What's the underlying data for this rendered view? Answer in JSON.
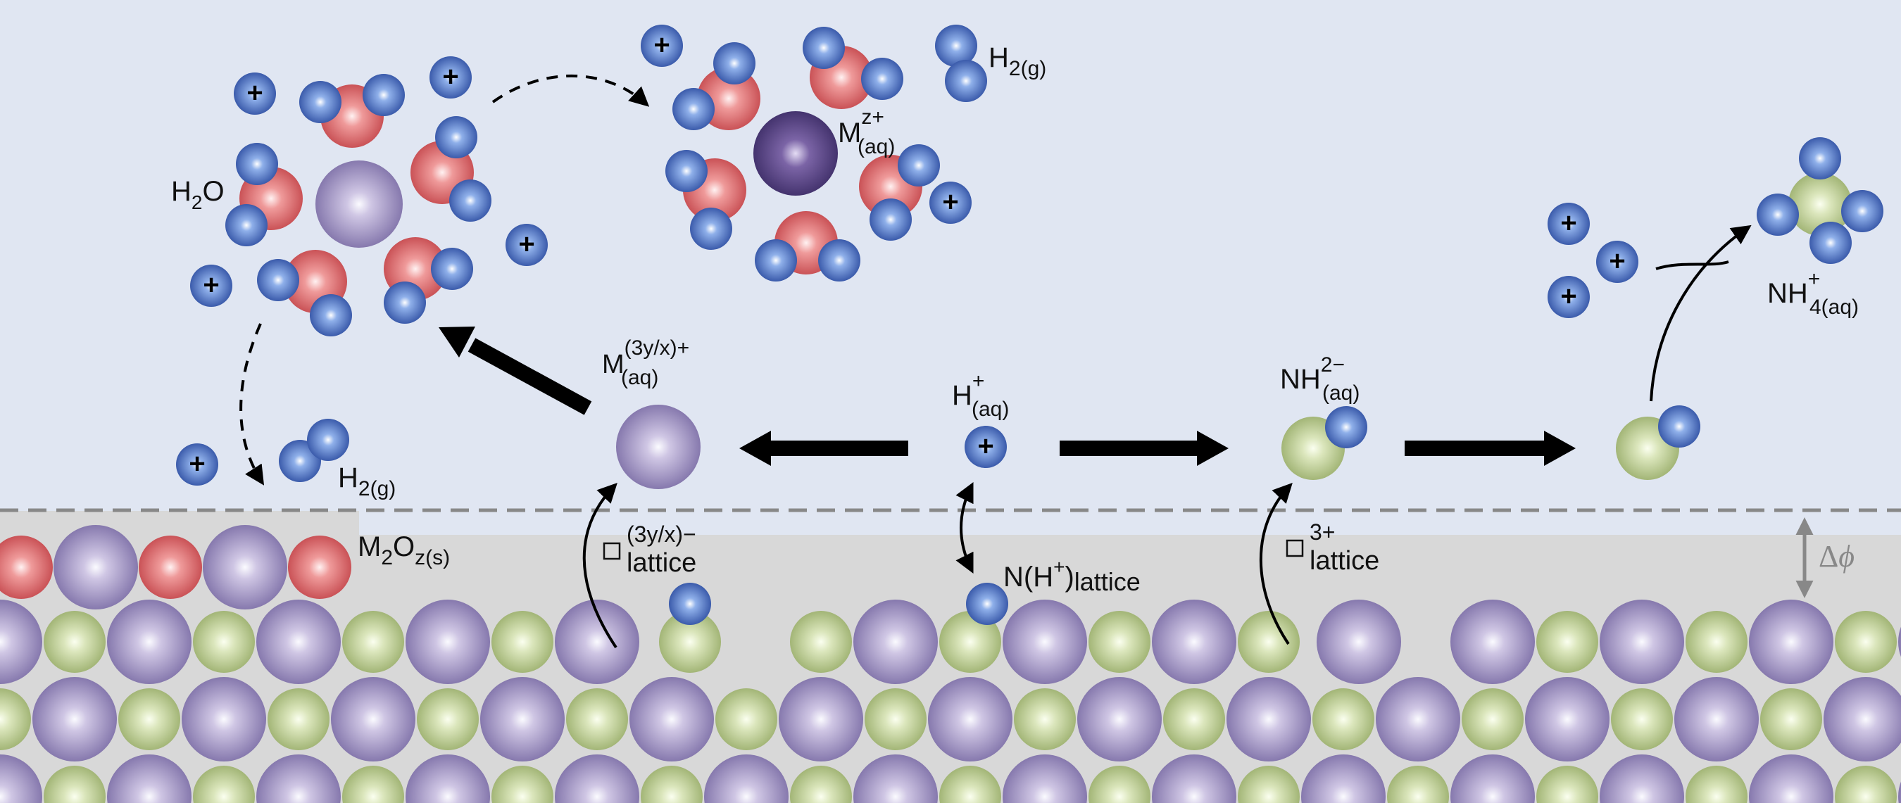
{
  "labels": {
    "h2o": {
      "main": "H",
      "sub": "2",
      "tail": "O"
    },
    "h2_gas_top": {
      "main": "H",
      "sub": "2(g)"
    },
    "h2_gas_bottom": {
      "main": "H",
      "sub": "2(g)"
    },
    "metal_ion_aq": {
      "main": "M",
      "sup": "z+",
      "sub": "(aq)"
    },
    "metal_ion_3yx": {
      "main": "M",
      "sup": "(3y/x)+",
      "sub": "(aq)"
    },
    "proton_aq": {
      "main": "H",
      "sup": "+",
      "sub": "(aq)"
    },
    "nitride_aq": {
      "main": "NH",
      "sup": "2−",
      "sub": "(aq)"
    },
    "ammonium_aq": {
      "main": "NH",
      "sup": "+",
      "sub": "4(aq)"
    },
    "oxide_solid": {
      "main": "M",
      "sub1": "2",
      "mid": "O",
      "sub2": "z(s)"
    },
    "vacancy_metal": {
      "sup": "(3y/x)−",
      "sub": "lattice"
    },
    "vacancy_nitrogen": {
      "sup": "3+",
      "sub": "lattice"
    },
    "proton_lattice": {
      "main": "N(H",
      "sup": "+",
      "close": ")",
      "sub": "lattice"
    },
    "potential": {
      "delta": "Δ",
      "phi": "ϕ"
    }
  },
  "proton_symbol": "+",
  "colors": {
    "background": "#e0e6f2",
    "lattice_fill": "#d8d8d8",
    "metal": "#8a7bb0",
    "nitrogen": "#b4c48a",
    "oxygen": "#d85a5e",
    "hydrogen": "#3a5fb8",
    "metal_dark": "#4a3a78",
    "dashed_line": "#888888",
    "potential_arrow": "#888888"
  },
  "icons": {
    "vacancy": "square-vacancy-icon",
    "proton": "plus-icon"
  }
}
